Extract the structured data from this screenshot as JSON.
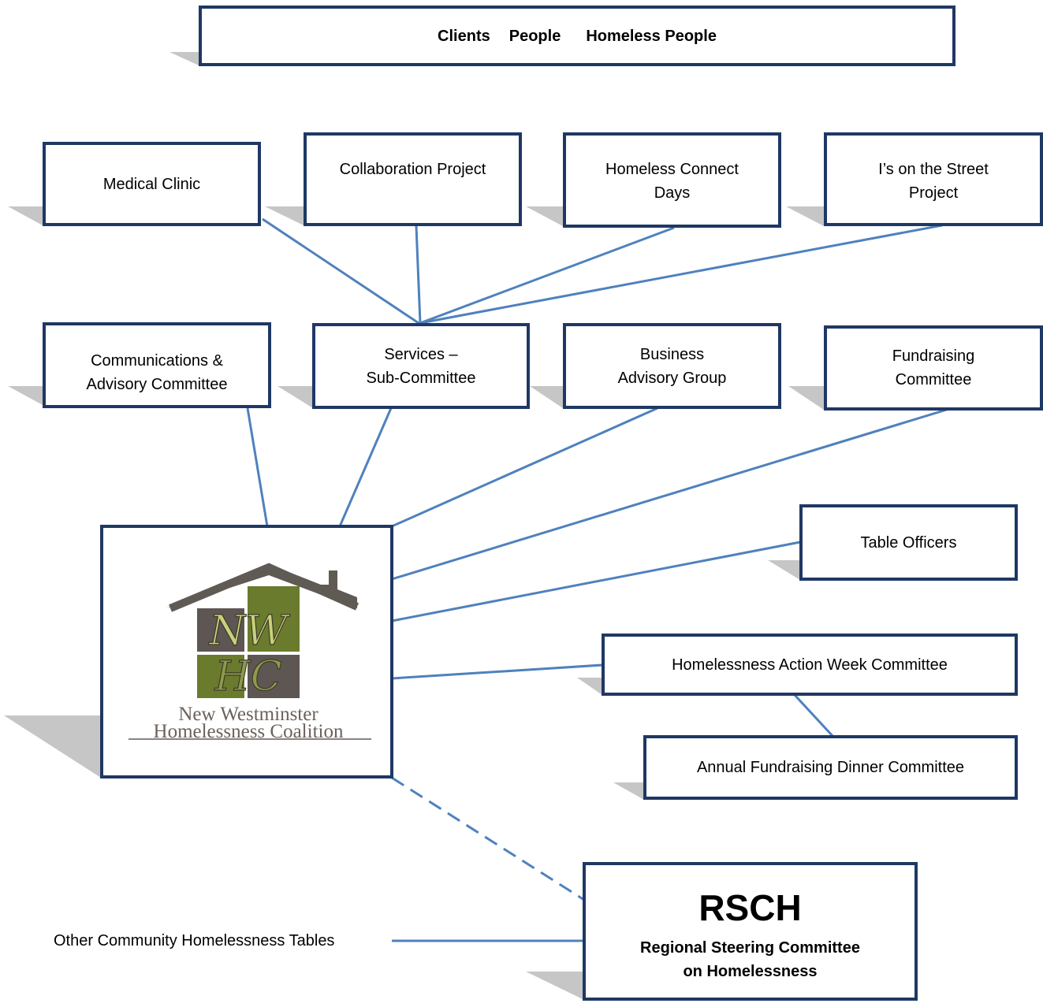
{
  "header": {
    "clients": "Clients",
    "people": "People",
    "homeless_people": "Homeless People"
  },
  "projects": {
    "medical_clinic": "Medical Clinic",
    "collaboration_project": "Collaboration Project",
    "homeless_connect_days": "Homeless Connect\nDays",
    "eyes_on_street": "I’s on the Street\nProject"
  },
  "committees": {
    "communications": "Communications &\nAdvisory Committee",
    "services": "Services –\nSub-Committee",
    "business": "Business\nAdvisory Group",
    "fundraising": "Fundraising\nCommittee"
  },
  "side_groups": {
    "table_officers": "Table Officers",
    "action_week": "Homelessness Action Week Committee",
    "annual_dinner": "Annual Fundraising Dinner Committee"
  },
  "logo": {
    "monogram_top": "NW",
    "monogram_bottom": "HC",
    "line1": "New Westminster",
    "line2": "Homelessness Coalition",
    "colors": {
      "roof": "#605a55",
      "green": "#6b7b2e",
      "brown": "#5e5652",
      "text": "#6b625c"
    }
  },
  "rsch": {
    "acronym": "RSCH",
    "name": "Regional Steering Committee\non Homelessness"
  },
  "other_tables": "Other Community Homelessness Tables",
  "colors": {
    "border": "#1f3864",
    "connector": "#4f81bd",
    "shadow": "#c8c8c8"
  }
}
